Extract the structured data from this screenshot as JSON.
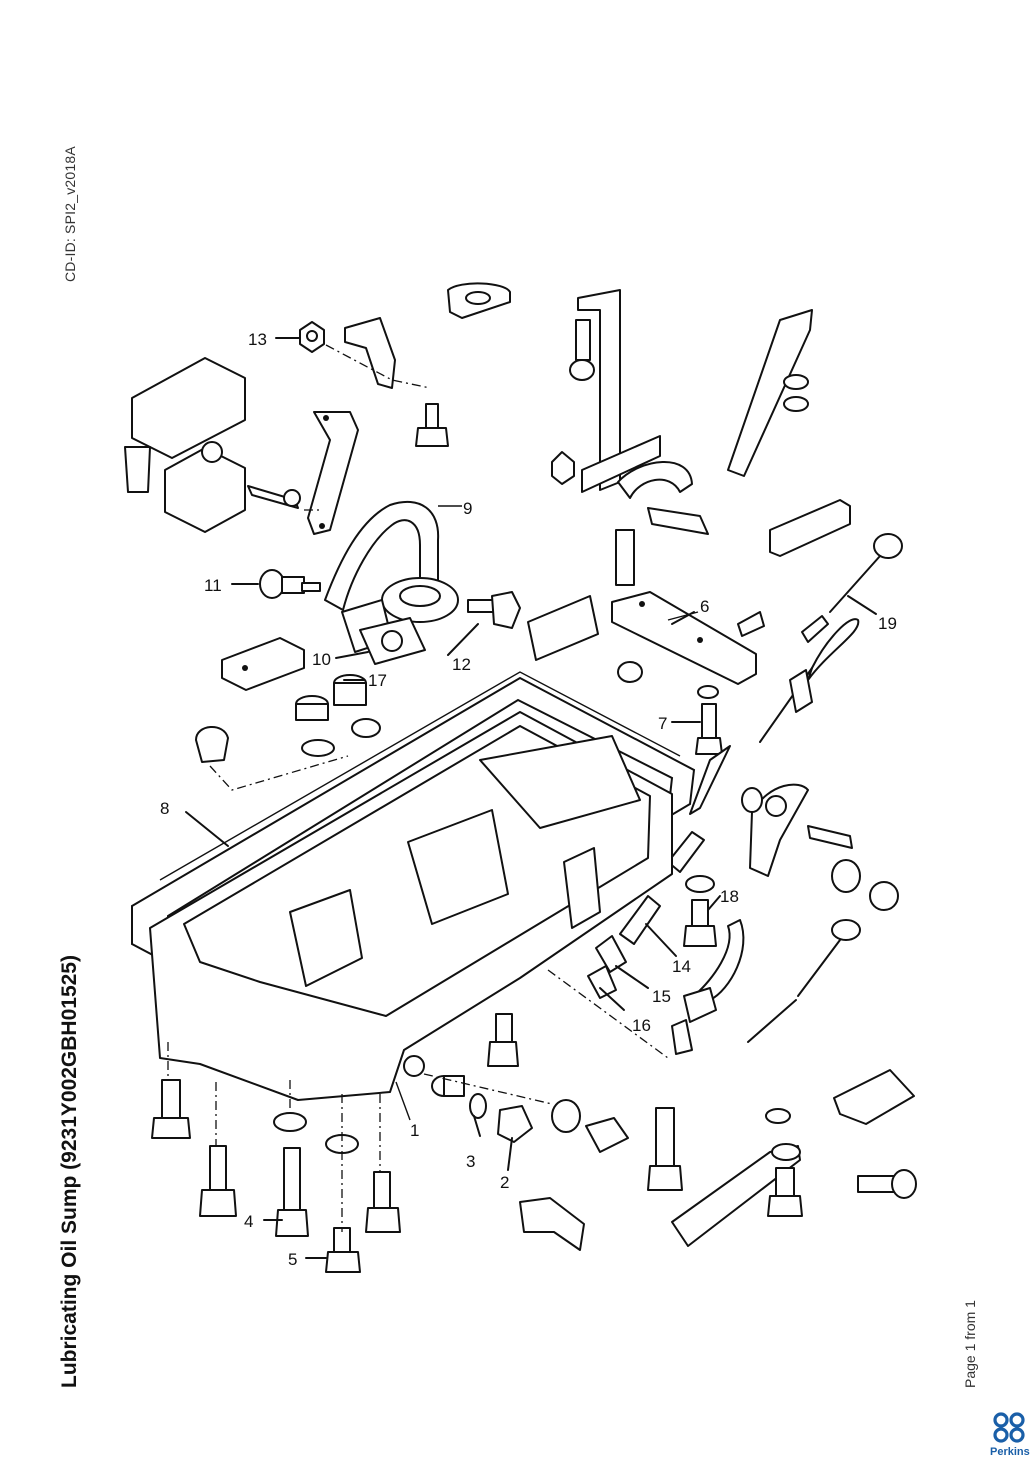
{
  "document": {
    "cd_id": "CD-ID: SPI2_v2018A",
    "title": "Lubricating Oil Sump (9231Y002GBH01525)",
    "page_info": "Page 1 from 1",
    "brand": "Perkins"
  },
  "callouts": [
    "1",
    "2",
    "3",
    "4",
    "5",
    "6",
    "7",
    "8",
    "9",
    "10",
    "11",
    "12",
    "13",
    "14",
    "15",
    "16",
    "17",
    "18",
    "19"
  ],
  "colors": {
    "brand": "#1a5fa8",
    "line": "#111111",
    "background": "#ffffff"
  }
}
